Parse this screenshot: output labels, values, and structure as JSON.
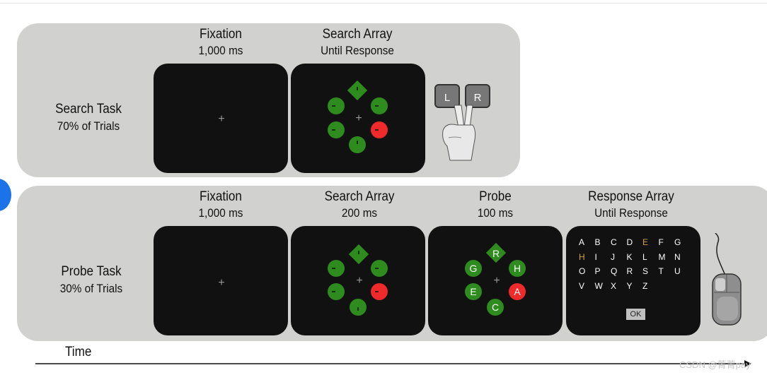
{
  "tasks": {
    "search": {
      "name": "Search Task",
      "trials": "70% of Trials",
      "fixation": {
        "title": "Fixation",
        "duration": "1,000 ms"
      },
      "array": {
        "title": "Search Array",
        "duration": "Until Response"
      },
      "keys": {
        "left": "L",
        "right": "R"
      }
    },
    "probe": {
      "name": "Probe Task",
      "trials": "30% of Trials",
      "fixation": {
        "title": "Fixation",
        "duration": "1,000 ms"
      },
      "array": {
        "title": "Search Array",
        "duration": "200 ms"
      },
      "probe": {
        "title": "Probe",
        "duration": "100 ms",
        "letters": [
          "R",
          "G",
          "H",
          "E",
          "A",
          "C"
        ]
      },
      "response": {
        "title": "Response Array",
        "duration": "Until Response",
        "rows": [
          [
            "A",
            "B",
            "C",
            "D",
            "E",
            "F",
            "G"
          ],
          [
            "H",
            "I",
            "J",
            "K",
            "L",
            "M",
            "N"
          ],
          [
            "O",
            "P",
            "Q",
            "R",
            "S",
            "T",
            "U"
          ],
          [
            "V",
            "W",
            "X",
            "Y",
            "Z"
          ]
        ],
        "highlighted": [
          "E",
          "H"
        ],
        "ok_label": "OK"
      }
    }
  },
  "axis": {
    "label": "Time"
  },
  "watermark": "CSDN @菁菁pay",
  "fixation_mark": "+",
  "colors": {
    "panel": "#d1d2cf",
    "screen": "#111111",
    "stim_green": "#2e8b1e",
    "target_red": "#ee2a2a",
    "highlight": "#d4a03a"
  },
  "icons": [
    "hand-pressing-keys-icon",
    "computer-mouse-icon"
  ]
}
